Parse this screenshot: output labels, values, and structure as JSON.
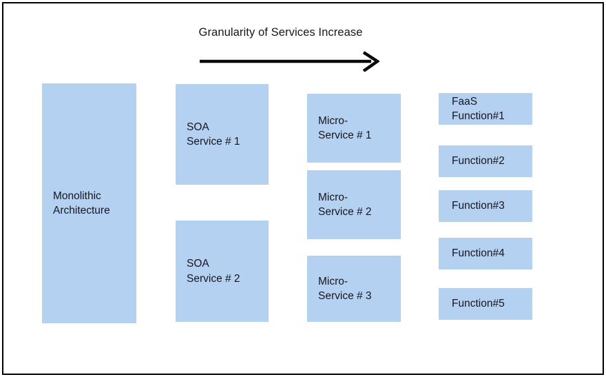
{
  "diagram": {
    "title": "Granularity of Services Increase",
    "arrow_icon": "right-arrow-icon",
    "box_fill_color": "#b4d1f2",
    "text_color": "#16161d",
    "border_color": "#000000",
    "columns": [
      {
        "name": "monolithic",
        "boxes": [
          {
            "id": "monolithic-architecture",
            "lines": [
              "Monolithic",
              "Architecture"
            ]
          }
        ]
      },
      {
        "name": "soa",
        "boxes": [
          {
            "id": "soa-service-1",
            "lines": [
              "SOA",
              "Service # 1"
            ]
          },
          {
            "id": "soa-service-2",
            "lines": [
              "SOA",
              "Service # 2"
            ]
          }
        ]
      },
      {
        "name": "microservices",
        "boxes": [
          {
            "id": "micro-service-1",
            "lines": [
              "Micro-",
              "Service # 1"
            ]
          },
          {
            "id": "micro-service-2",
            "lines": [
              "Micro-",
              "Service # 2"
            ]
          },
          {
            "id": "micro-service-3",
            "lines": [
              "Micro-",
              "Service # 3"
            ]
          }
        ]
      },
      {
        "name": "faas",
        "boxes": [
          {
            "id": "faas-function-1",
            "lines": [
              "FaaS",
              "Function#1"
            ]
          },
          {
            "id": "faas-function-2",
            "lines": [
              "Function#2"
            ]
          },
          {
            "id": "faas-function-3",
            "lines": [
              "Function#3"
            ]
          },
          {
            "id": "faas-function-4",
            "lines": [
              "Function#4"
            ]
          },
          {
            "id": "faas-function-5",
            "lines": [
              "Function#5"
            ]
          }
        ]
      }
    ]
  }
}
